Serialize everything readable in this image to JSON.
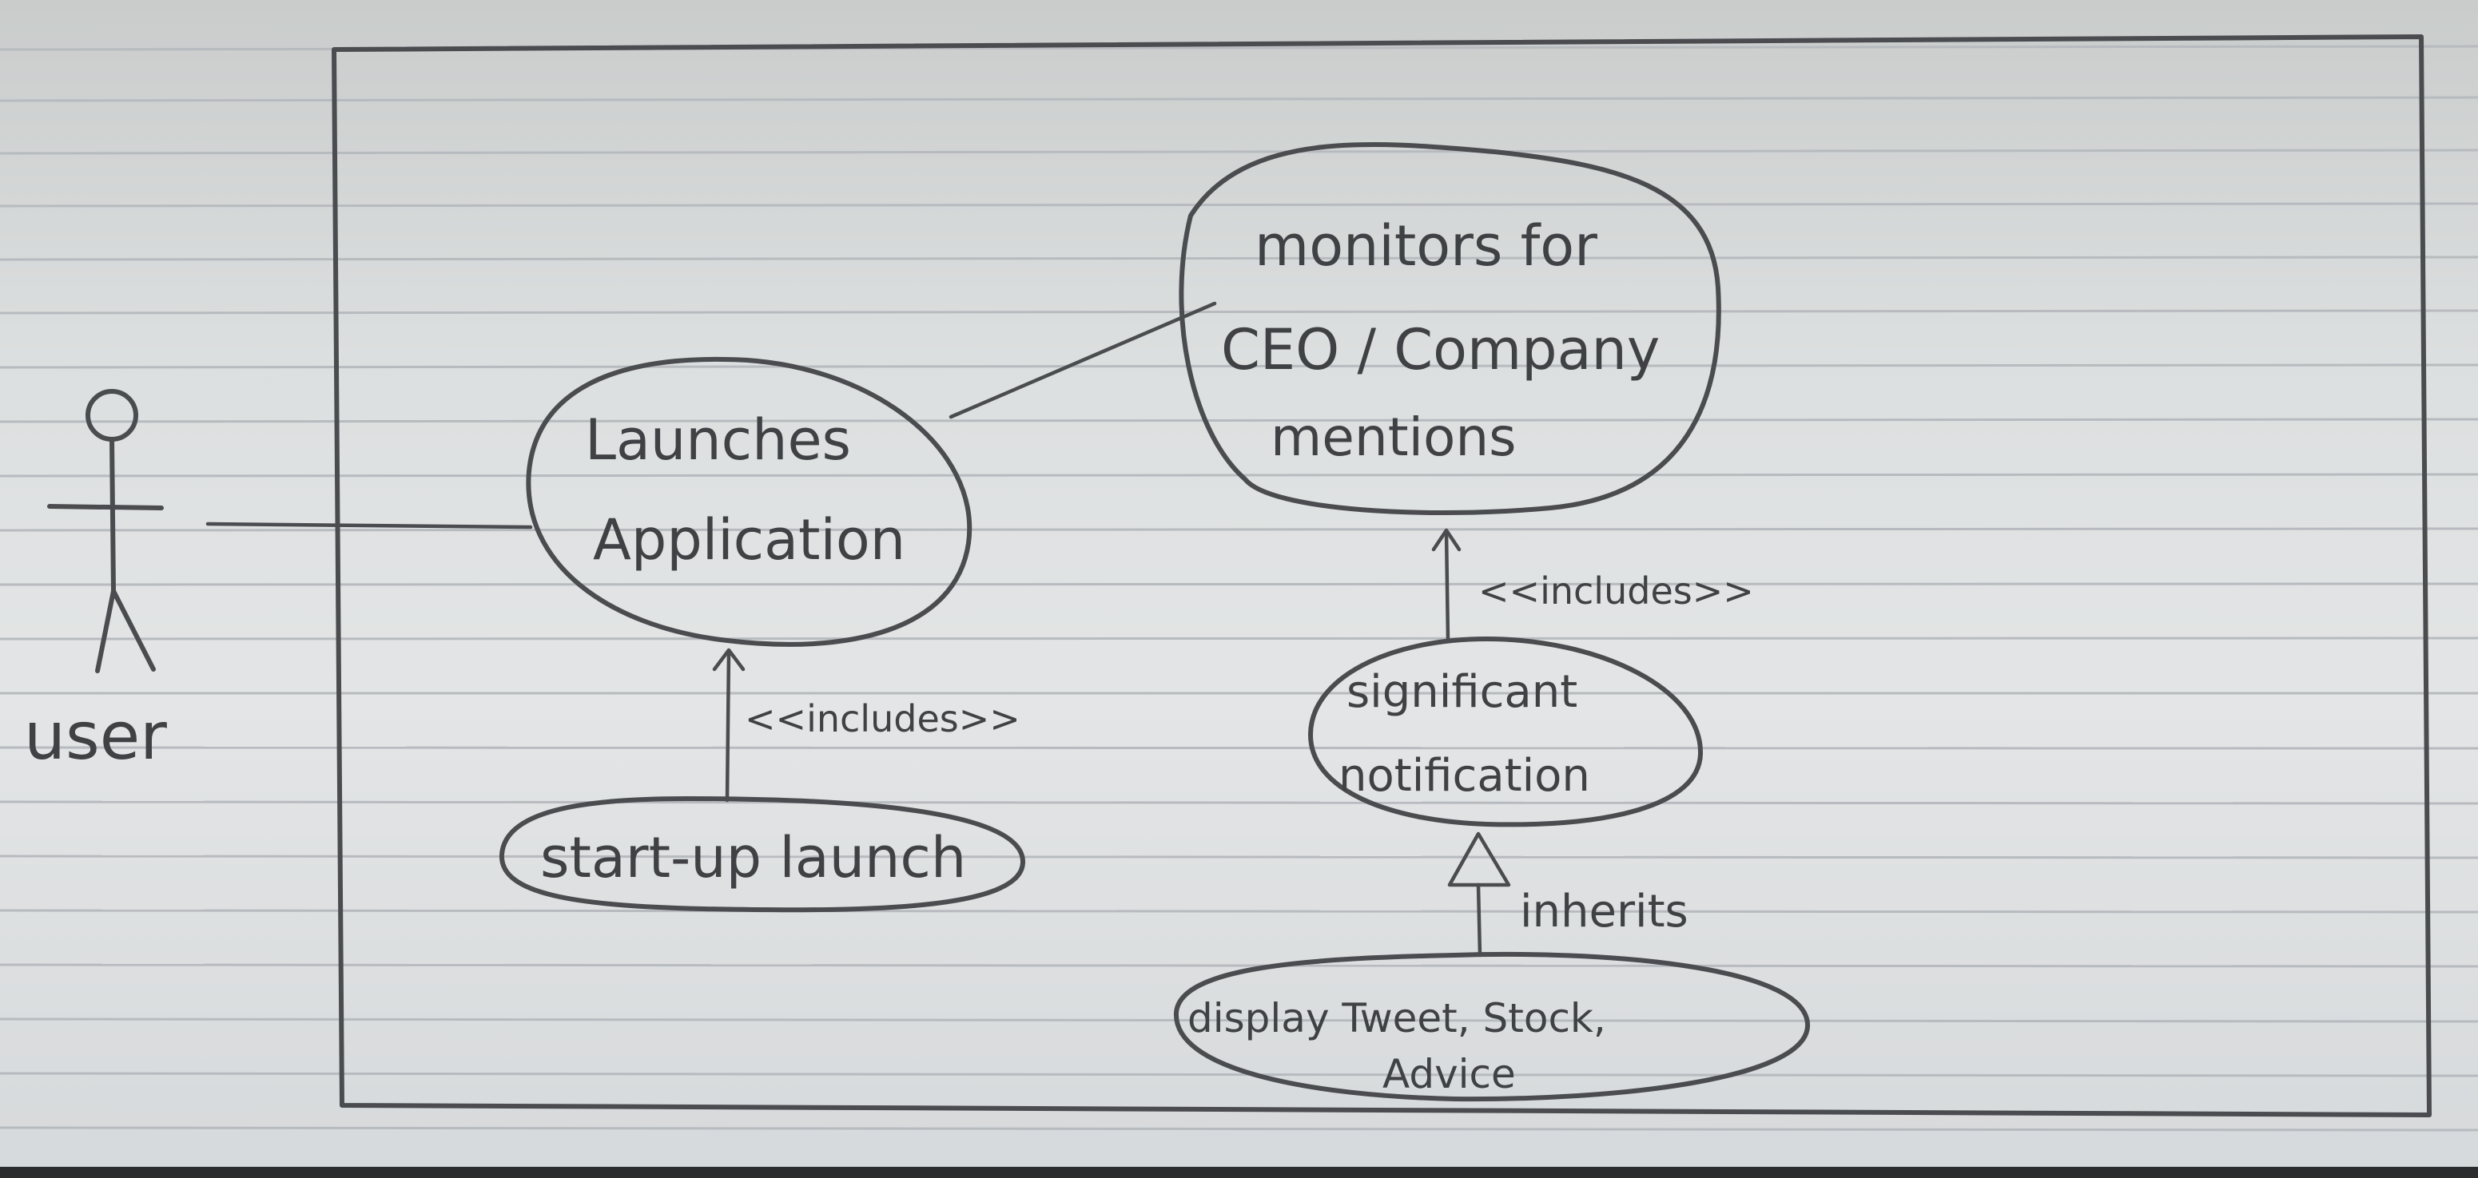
{
  "diagram": {
    "actor": {
      "label": "user"
    },
    "use_cases": {
      "launches_application": {
        "line1": "Launches",
        "line2": "Application"
      },
      "monitors": {
        "line1": "monitors for",
        "line2": "CEO / Company",
        "line3": "mentions"
      },
      "startup_launch": {
        "label": "start-up launch"
      },
      "significant_notification": {
        "line1": "significant",
        "line2": "notification"
      },
      "display": {
        "line1": "display Tweet, Stock,",
        "line2": "Advice"
      }
    },
    "relationships": {
      "startup_includes": "<<includes>>",
      "notification_includes": "<<includes>>",
      "display_inherits": "inherits"
    }
  }
}
